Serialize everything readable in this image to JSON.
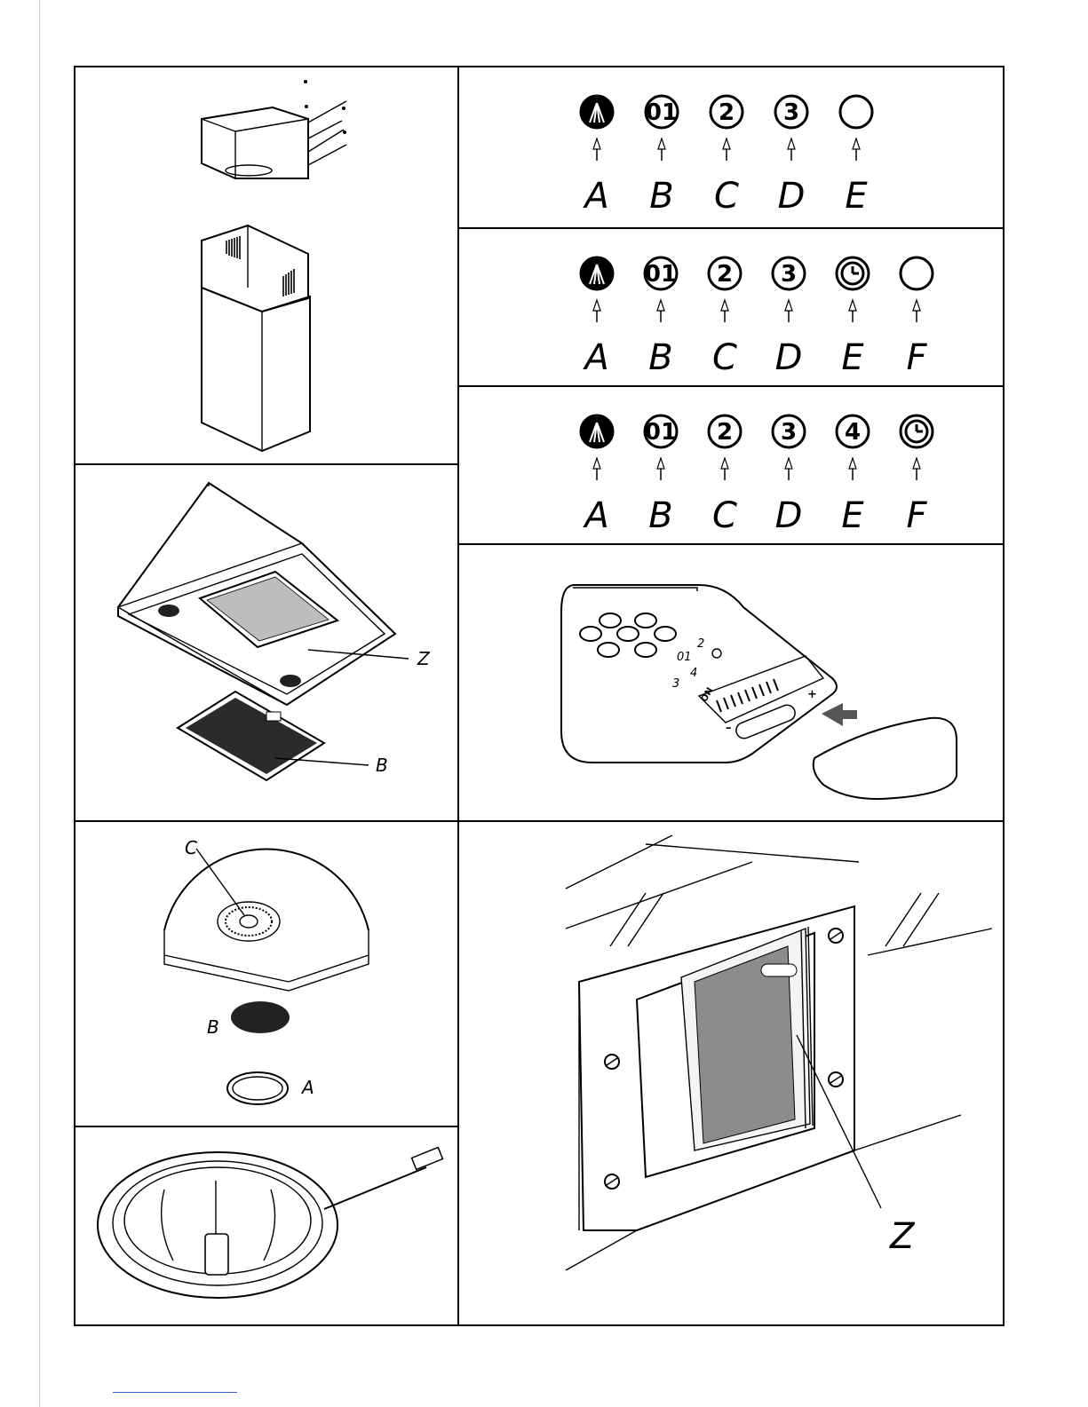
{
  "panels": {
    "chimney": {},
    "hood_filter": {
      "label_z": "Z",
      "label_b": "B"
    },
    "lamp_cover": {
      "label_c": "C",
      "label_b": "B",
      "label_a": "A"
    },
    "lamp": {},
    "control_panel_5": {
      "buttons": [
        "light-icon",
        "01",
        "2",
        "3",
        ""
      ],
      "letters": [
        "A",
        "B",
        "C",
        "D",
        "E"
      ]
    },
    "control_panel_6": {
      "buttons": [
        "light-icon",
        "01",
        "2",
        "3",
        "timer-icon",
        ""
      ],
      "letters": [
        "A",
        "B",
        "C",
        "D",
        "E",
        "F"
      ]
    },
    "control_panel_6b": {
      "buttons": [
        "light-icon",
        "01",
        "2",
        "3",
        "4",
        "timer-icon"
      ],
      "letters": [
        "A",
        "B",
        "C",
        "D",
        "E",
        "F"
      ]
    },
    "remote": {
      "keys": [
        "01",
        "2",
        "3",
        "4"
      ],
      "dip_label": "ON",
      "plus": "+",
      "minus": "–"
    },
    "filter_frame": {
      "label_z": "Z"
    }
  }
}
